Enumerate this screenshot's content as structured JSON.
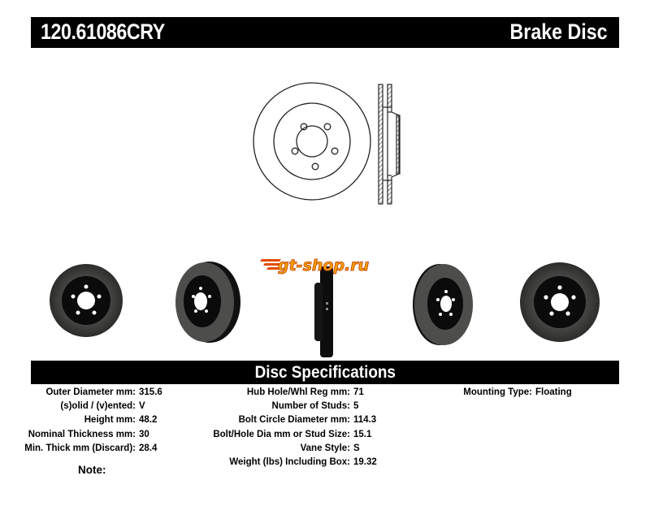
{
  "header": {
    "part_number": "120.61086CRY",
    "product_type": "Brake Disc"
  },
  "drawing": {
    "front_view_icon": "disc-front-outline",
    "section_view_icon": "disc-cross-section"
  },
  "watermark": {
    "text": "gt-shop.ru",
    "colors": {
      "primary": "#f5a300",
      "shadow": "#e24a00"
    }
  },
  "photos": [
    {
      "view": "front",
      "icon": "disc-photo-front"
    },
    {
      "view": "angled-left",
      "icon": "disc-photo-angled"
    },
    {
      "view": "edge",
      "icon": "disc-photo-edge"
    },
    {
      "view": "angled-right",
      "icon": "disc-photo-angled"
    },
    {
      "view": "front-right",
      "icon": "disc-photo-front"
    }
  ],
  "specs": {
    "title": "Disc Specifications",
    "column1": [
      {
        "label": "Outer Diameter mm:",
        "value": "315.6"
      },
      {
        "label": "(s)olid / (v)ented:",
        "value": "V"
      },
      {
        "label": "Height mm:",
        "value": "48.2"
      },
      {
        "label": "Nominal Thickness mm:",
        "value": "30"
      },
      {
        "label": "Min. Thick mm (Discard):",
        "value": "28.4"
      }
    ],
    "column2": [
      {
        "label": "Hub Hole/Whl Reg mm:",
        "value": "71"
      },
      {
        "label": "Number of Studs:",
        "value": "5"
      },
      {
        "label": "Bolt Circle Diameter mm:",
        "value": "114.3"
      },
      {
        "label": "Bolt/Hole Dia mm or Stud Size:",
        "value": "15.1"
      },
      {
        "label": "Vane Style:",
        "value": "S"
      },
      {
        "label": "Weight (lbs) Including Box:",
        "value": "19.32"
      }
    ],
    "column3": [
      {
        "label": "Mounting Type:",
        "value": "Floating"
      }
    ],
    "note_label": "Note:"
  }
}
